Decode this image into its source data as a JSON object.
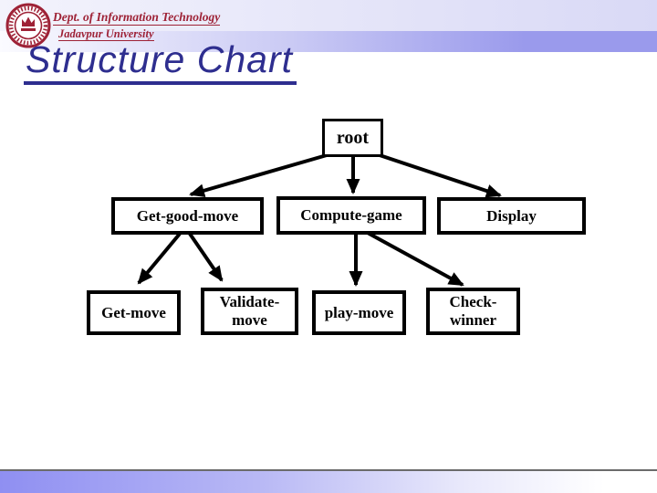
{
  "slide": {
    "header": {
      "logo_name": "jadavpur-university-seal",
      "org_line1": "Dept. of Information Technology",
      "org_line2": "Jadavpur University",
      "org_text_color": "#9e2236",
      "accent_band_color": "#9a9aec"
    },
    "title": {
      "text": "Structure Chart",
      "color": "#2e2e8f"
    },
    "diagram": {
      "type": "structure-chart",
      "line_color": "#000000",
      "box_fill": "#ffffff",
      "nodes": [
        {
          "id": "root",
          "label": "root",
          "level": 1
        },
        {
          "id": "get-good-move",
          "label": "Get-good-move",
          "level": 2
        },
        {
          "id": "compute-game",
          "label": "Compute-game",
          "level": 2
        },
        {
          "id": "display",
          "label": "Display",
          "level": 2
        },
        {
          "id": "get-move",
          "label": "Get-move",
          "level": 3
        },
        {
          "id": "validate-move",
          "label": "Validate-\nmove",
          "level": 3
        },
        {
          "id": "play-move",
          "label": "play-move",
          "level": 3
        },
        {
          "id": "check-winner",
          "label": "Check-\nwinner",
          "level": 3
        }
      ],
      "edges": [
        {
          "from": "root",
          "to": "get-good-move"
        },
        {
          "from": "root",
          "to": "compute-game"
        },
        {
          "from": "root",
          "to": "display"
        },
        {
          "from": "get-good-move",
          "to": "get-move"
        },
        {
          "from": "get-good-move",
          "to": "validate-move"
        },
        {
          "from": "compute-game",
          "to": "play-move"
        },
        {
          "from": "compute-game",
          "to": "check-winner"
        }
      ]
    }
  }
}
